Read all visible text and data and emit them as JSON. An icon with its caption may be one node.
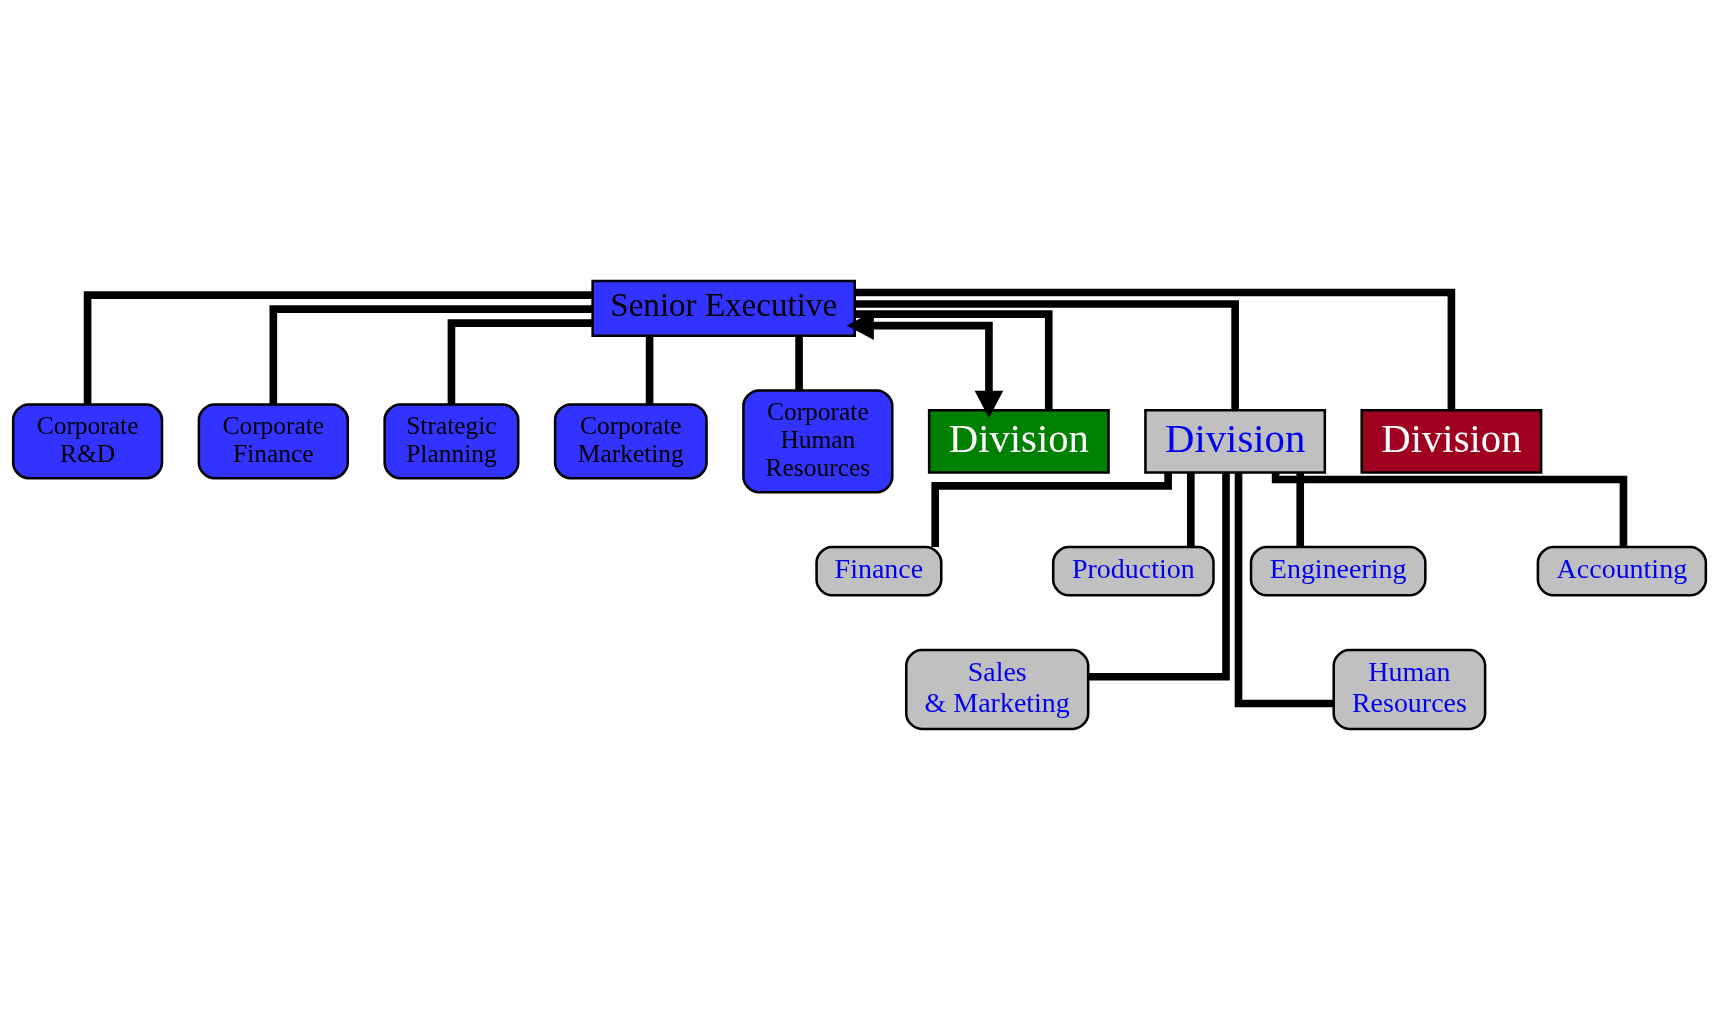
{
  "diagram": {
    "nodes": [
      {
        "text": [
          "Senior Executive"
        ]
      },
      {
        "text": [
          "Corporate R&D"
        ]
      },
      {
        "text": [
          "Corporate Finance"
        ]
      },
      {
        "text": [
          "Strategic Planning"
        ]
      },
      {
        "text": [
          "Corporate Marketing"
        ]
      },
      {
        "text": [
          "Corporate Human Resources"
        ]
      },
      {
        "text": [
          "Division"
        ]
      },
      {
        "text": [
          "Division"
        ]
      },
      {
        "text": [
          "Division"
        ]
      },
      {
        "text": [
          "Finance"
        ]
      },
      {
        "text": [
          "Sales & Marketing"
        ]
      },
      {
        "text": [
          "Production"
        ]
      },
      {
        "text": [
          "Engineering"
        ]
      },
      {
        "text": [
          "Human Resources"
        ]
      },
      {
        "text": [
          "Accounting"
        ]
      }
    ],
    "edges": [
      {
        "from": 0,
        "to": 1,
        "arrow": "none"
      },
      {
        "from": 0,
        "to": 2,
        "arrow": "none"
      },
      {
        "from": 0,
        "to": 3,
        "arrow": "none"
      },
      {
        "from": 0,
        "to": 4,
        "arrow": "none"
      },
      {
        "from": 0,
        "to": 5,
        "arrow": "none"
      },
      {
        "from": 0,
        "to": 6,
        "arrow": "none"
      },
      {
        "from": 0,
        "to": 7,
        "arrow": "none"
      },
      {
        "from": 0,
        "to": 8,
        "arrow": "none"
      },
      {
        "from": 7,
        "to": 9,
        "arrow": "none"
      },
      {
        "from": 7,
        "to": 10,
        "arrow": "none"
      },
      {
        "from": 7,
        "to": 11,
        "arrow": "none"
      },
      {
        "from": 7,
        "to": 12,
        "arrow": "none"
      },
      {
        "from": 7,
        "to": 13,
        "arrow": "none"
      },
      {
        "from": 7,
        "to": 14,
        "arrow": "none"
      },
      {
        "from": 6,
        "to": 0,
        "arrow": "both"
      }
    ]
  }
}
